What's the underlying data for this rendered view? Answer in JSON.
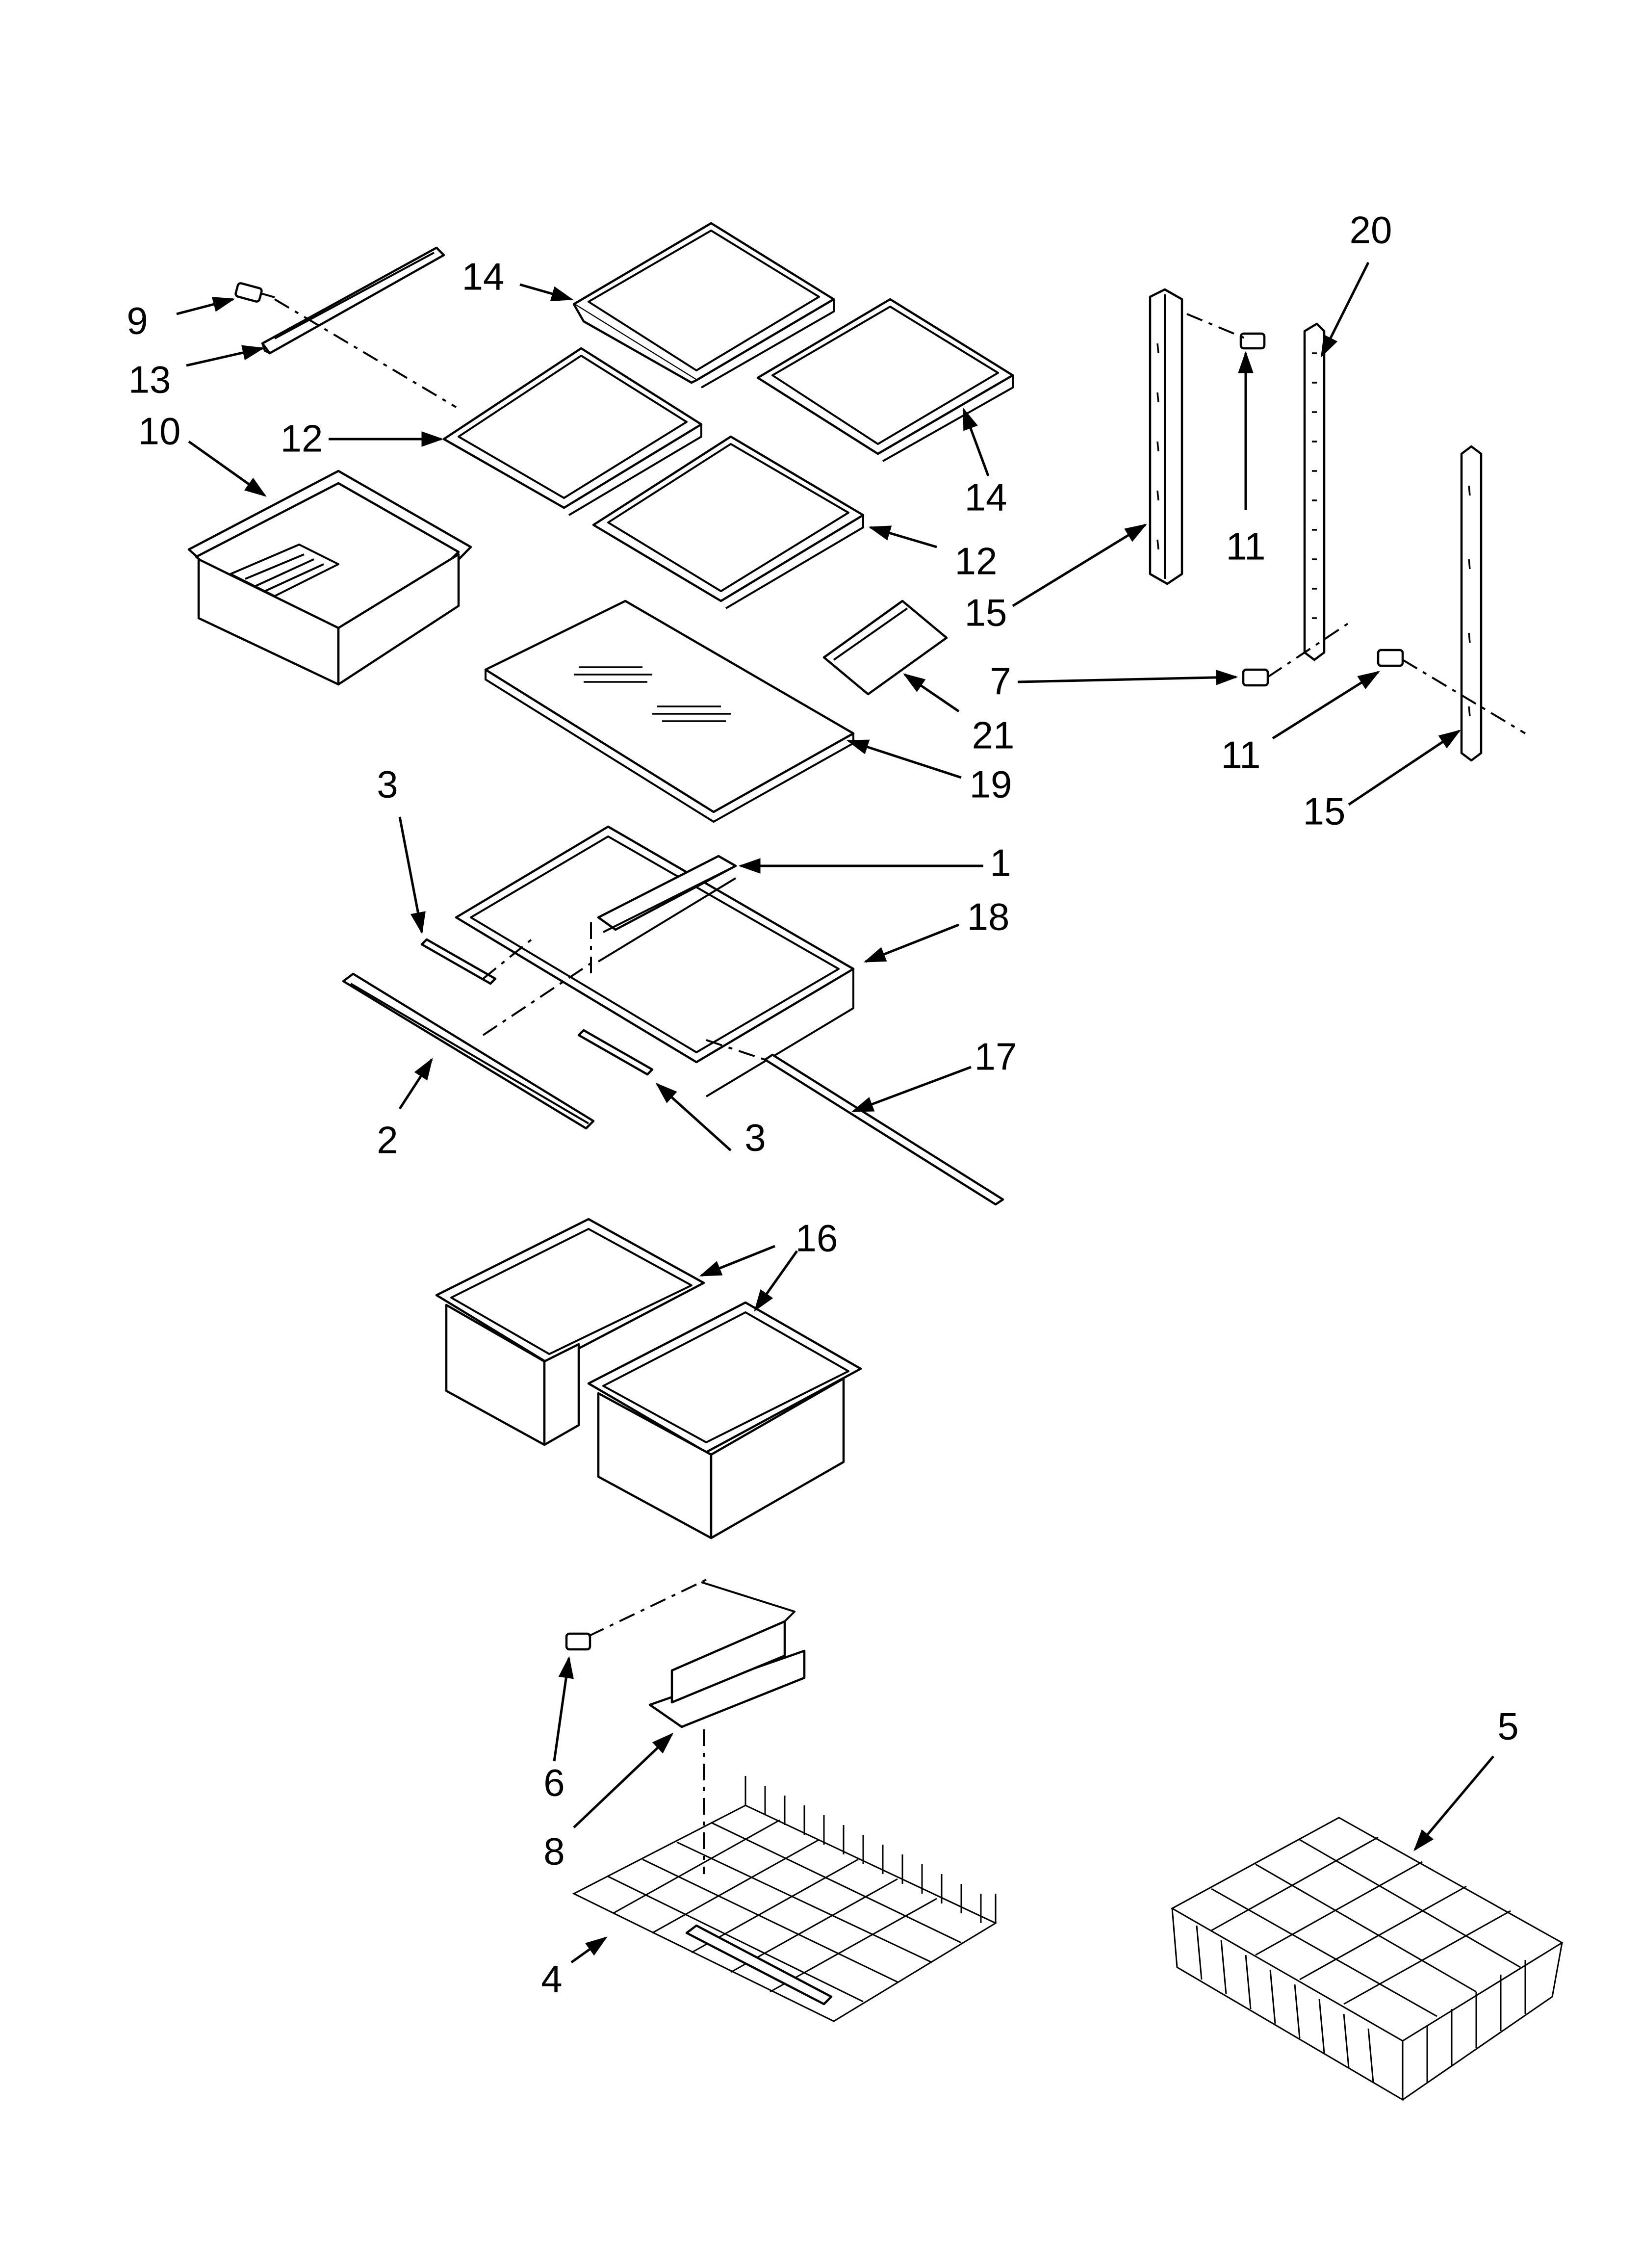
{
  "callouts": {
    "c1": "1",
    "c2": "2",
    "c3a": "3",
    "c3b": "3",
    "c4": "4",
    "c5": "5",
    "c6": "6",
    "c7": "7",
    "c8": "8",
    "c9": "9",
    "c10": "10",
    "c11a": "11",
    "c11b": "11",
    "c12a": "12",
    "c12b": "12",
    "c13": "13",
    "c14a": "14",
    "c14b": "14",
    "c15a": "15",
    "c15b": "15",
    "c16": "16",
    "c17": "17",
    "c18": "18",
    "c19": "19",
    "c20": "20",
    "c21": "21"
  }
}
